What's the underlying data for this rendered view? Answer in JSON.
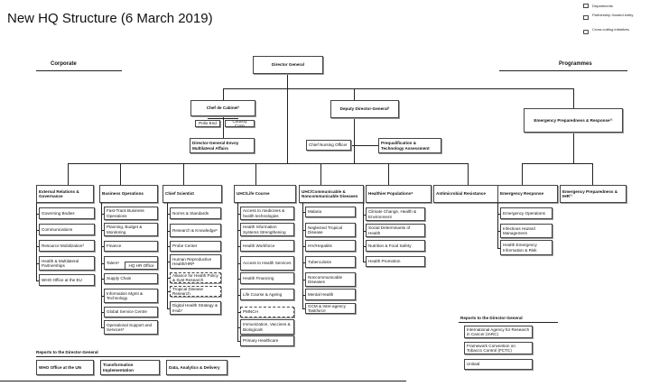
{
  "title": "New HQ Structure (6 March 2019)",
  "legend": [
    {
      "label": "Departments",
      "style": "solid"
    },
    {
      "label": "Partnership /hosted entity",
      "style": "dashed"
    },
    {
      "label": "Cross cutting initiatives",
      "style": "rounded"
    }
  ],
  "headers": {
    "corporate": "Corporate",
    "programmes": "Programmes"
  },
  "top": {
    "director_general": "Director General",
    "chef_de_cabinet": "Chef de Cabinet¹",
    "polio_end": "Polio End",
    "country_coop": "Country Coop",
    "dg_envoy": "Director-General Envoy Multilateral Affairs",
    "deputy_dg": "Deputy Director-General²",
    "chief_nursing": "Chief Nursing Officer",
    "prequalification": "Prequalification & Technology Assessment",
    "emergency_top": "Emergency Preparedness & Response¹¹"
  },
  "columns": [
    {
      "head": "External Relations & Governance",
      "items": [
        {
          "label": "Governing Bodies",
          "style": "solid"
        },
        {
          "label": "Communications",
          "style": "solid"
        },
        {
          "label": "Resource Mobilization³",
          "style": "solid"
        },
        {
          "label": "Health & Multilateral Partnerships",
          "style": "solid"
        },
        {
          "label": "WHO Office at the EU",
          "style": "solid"
        }
      ]
    },
    {
      "head": "Business Operations",
      "items": [
        {
          "label": "Fast-Track Business Operations",
          "style": "solid"
        },
        {
          "label": "Planning, Budget & Monitoring",
          "style": "solid"
        },
        {
          "label": "Finance",
          "style": "solid"
        },
        {
          "label": "Talent⁴",
          "style": "solid"
        },
        {
          "label": "Supply Chain",
          "style": "solid"
        },
        {
          "label": "Information Mgmt & Technology",
          "style": "solid"
        },
        {
          "label": "Global Service Centre",
          "style": "solid"
        },
        {
          "label": "Operational Support and Services⁵",
          "style": "solid"
        }
      ],
      "side": "HQ HR Office"
    },
    {
      "head": "Chief Scientist",
      "items": [
        {
          "label": "Norms & Standards",
          "style": "solid"
        },
        {
          "label": "Research & Knowledge⁶",
          "style": "solid"
        },
        {
          "label": "Probe Center",
          "style": "solid"
        },
        {
          "label": "Human Reproductive Health/HRP",
          "style": "solid"
        },
        {
          "label": "Alliance for Health Policy & Syst Research",
          "style": "dashed"
        },
        {
          "label": "Tropical Disease Research",
          "style": "dashed"
        },
        {
          "label": "Digital Health Strategy & IHub⁷",
          "style": "solid"
        }
      ]
    },
    {
      "head": "UHC/Life Course",
      "items": [
        {
          "label": "Access to medicines & health technologies",
          "style": "solid"
        },
        {
          "label": "Health Information Systems Strengthening",
          "style": "solid"
        },
        {
          "label": "Health Workforce",
          "style": "solid"
        },
        {
          "label": "Access to Health Services",
          "style": "solid"
        },
        {
          "label": "Health Financing",
          "style": "solid"
        },
        {
          "label": "Life Course & Ageing",
          "style": "solid"
        },
        {
          "label": "PMNCH",
          "style": "dashed"
        },
        {
          "label": "Immunization, Vaccines & Biologicals",
          "style": "solid"
        },
        {
          "label": "Primary Healthcare",
          "style": "solid"
        }
      ]
    },
    {
      "head": "UHC/Communicable & Noncommunicable Diseases",
      "items": [
        {
          "label": "Malaria",
          "style": "solid"
        },
        {
          "label": "Neglected Tropical Disease",
          "style": "solid"
        },
        {
          "label": "HIV/Hepatitis",
          "style": "solid"
        },
        {
          "label": "Tuberculosis",
          "style": "solid"
        },
        {
          "label": "Noncommunicable Diseases",
          "style": "solid"
        },
        {
          "label": "Mental Health",
          "style": "solid"
        },
        {
          "label": "GCM & Inter-agency Taskforce",
          "style": "solid"
        }
      ]
    },
    {
      "head": "Healthier Populations⁸",
      "items": [
        {
          "label": "Climate Change, Health & Environment",
          "style": "solid"
        },
        {
          "label": "Social Determinants of Health",
          "style": "solid"
        },
        {
          "label": "Nutrition & Food Safety",
          "style": "solid"
        },
        {
          "label": "Health Promotion",
          "style": "solid"
        }
      ]
    },
    {
      "head": "Antimicrobial Resistance",
      "items": []
    },
    {
      "head": "Emergency Response",
      "items": [
        {
          "label": "Emergency Operations",
          "style": "solid"
        },
        {
          "label": "Infectious Hazard Management",
          "style": "solid"
        },
        {
          "label": "Health Emergency Information & Risk",
          "style": "solid"
        }
      ]
    },
    {
      "head": "Emergency Preparedness & IHR¹¹",
      "items": []
    }
  ],
  "reports_left": {
    "title": "Reports to the Director-General",
    "items": [
      "WHO Office at the UN",
      "Transformation Implementation",
      "Data, Analytics & Delivery"
    ]
  },
  "reports_right": {
    "title": "Reports to the Director-General",
    "items": [
      "International Agency for Research in Cancer (IARC)",
      "Framework Convention on Tobacco Control (FCTC)",
      "Unitaid"
    ]
  }
}
